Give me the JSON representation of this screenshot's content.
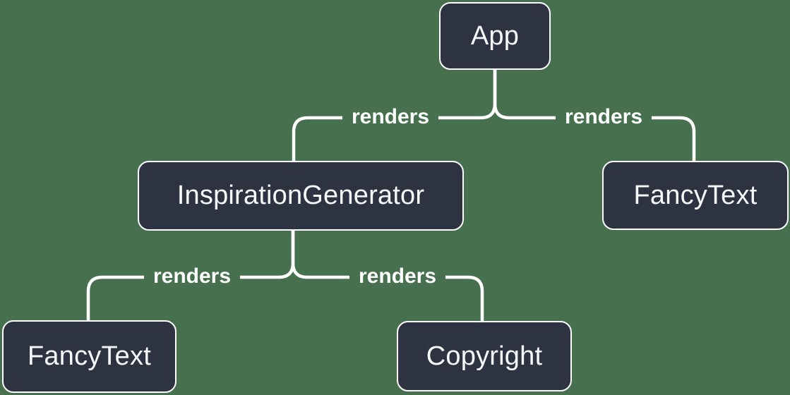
{
  "diagram": {
    "type": "component-render-tree",
    "background_color": "#47714E",
    "node_fill_color": "#2D3340",
    "node_border_color": "#FFFFFF",
    "node_text_color": "#F6F7F9",
    "edge_color": "#FFFFFF",
    "nodes": [
      {
        "id": "app",
        "label": "App"
      },
      {
        "id": "inspiration-generator",
        "label": "InspirationGenerator"
      },
      {
        "id": "fancy-text-right",
        "label": "FancyText"
      },
      {
        "id": "fancy-text-left",
        "label": "FancyText"
      },
      {
        "id": "copyright",
        "label": "Copyright"
      }
    ],
    "edges": [
      {
        "from": "App",
        "to": "InspirationGenerator",
        "label": "renders"
      },
      {
        "from": "App",
        "to": "FancyText",
        "label": "renders"
      },
      {
        "from": "InspirationGenerator",
        "to": "FancyText",
        "label": "renders"
      },
      {
        "from": "InspirationGenerator",
        "to": "Copyright",
        "label": "renders"
      }
    ]
  }
}
